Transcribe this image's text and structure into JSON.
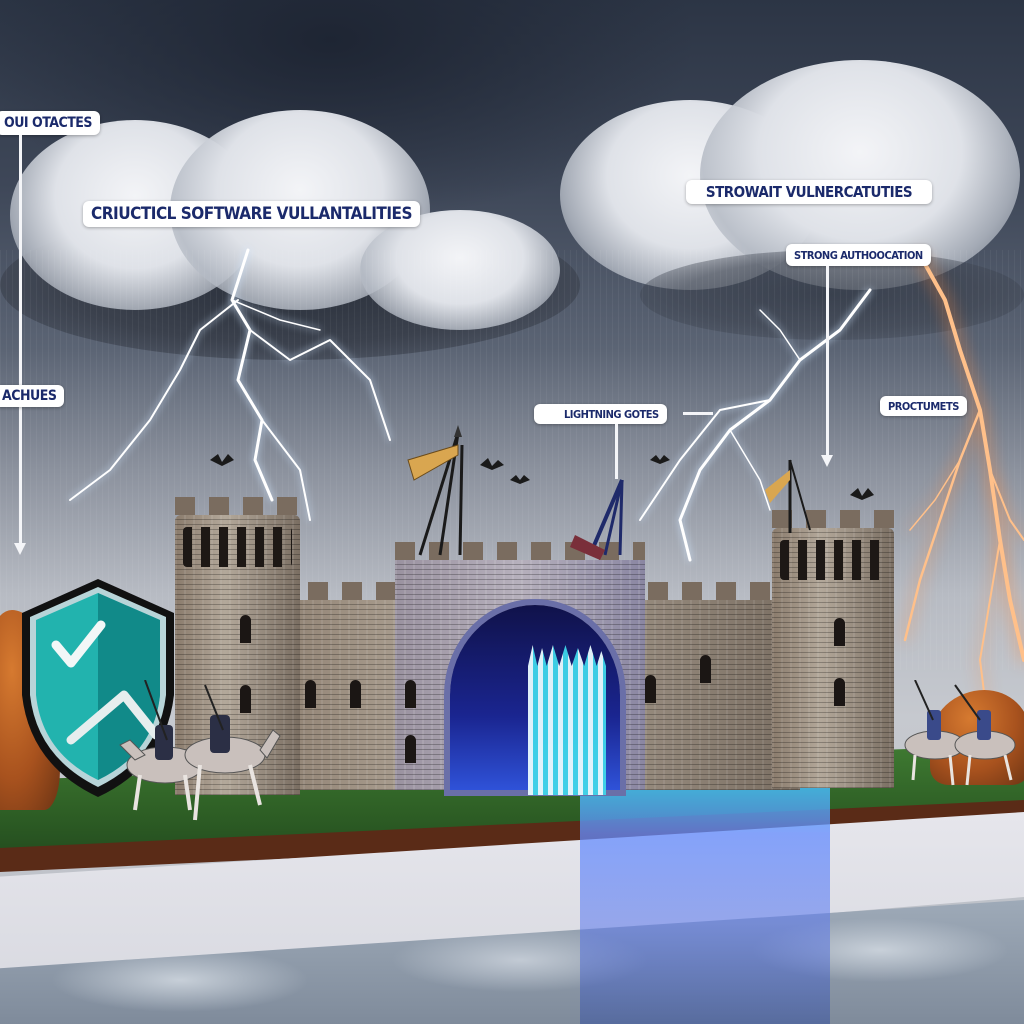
{
  "scene": {
    "description": "Stormy sky over a stone castle with glowing blue portcullis gate, lightning strikes, a teal checkmark shield, and knights on horseback; labeled as a cybersecurity metaphor",
    "colors": {
      "sky_dark": "#2c3545",
      "sky_light": "#c6c9cf",
      "label_text": "#1b2a6b",
      "label_bg": "#ffffff",
      "shield_teal": "#1aa8a6",
      "gate_glow": "#46e0ff",
      "gate_blue": "#1a2590",
      "lightning_orange": "#ff9a4a",
      "grass": "#2e5f25",
      "rock_orange": "#c0662a"
    }
  },
  "labels": {
    "top_left": "OUI OTACTES",
    "software_vulns": "CRIUCTICL SOFTWARE VULLANTALITIES",
    "strong_vulns": "STROWAIT VULNERCATUTIES",
    "strong_auth": "STRONG AUTHOOCATION",
    "breaches": "ACHUES",
    "lightning_gates": "LIGHTNING GOTES",
    "protections": "PROCTUMETS"
  },
  "icons": {
    "shield": "shield-check-icon",
    "lightning": "lightning-bolt-icon",
    "gate": "portcullis-icon",
    "flag": "banner-flag-icon"
  }
}
